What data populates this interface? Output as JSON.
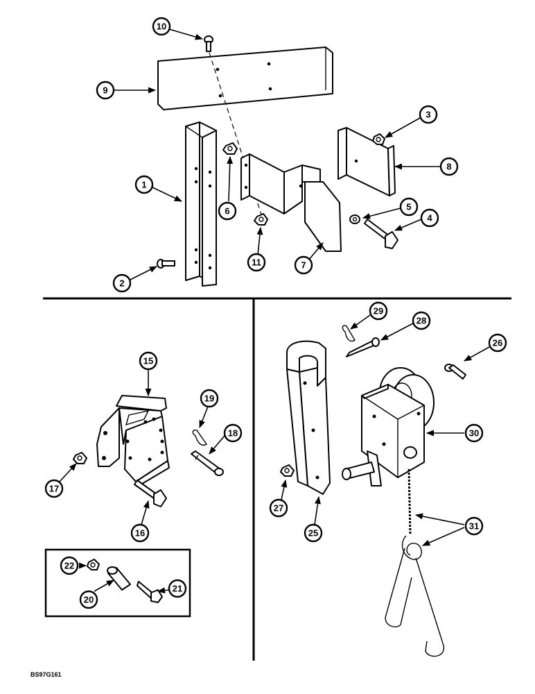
{
  "drawing_code": "BS97G161",
  "callouts": [
    "1",
    "2",
    "3",
    "4",
    "5",
    "6",
    "7",
    "8",
    "9",
    "10",
    "11",
    "15",
    "16",
    "17",
    "18",
    "19",
    "20",
    "21",
    "22",
    "25",
    "26",
    "27",
    "28",
    "29",
    "30",
    "31"
  ]
}
